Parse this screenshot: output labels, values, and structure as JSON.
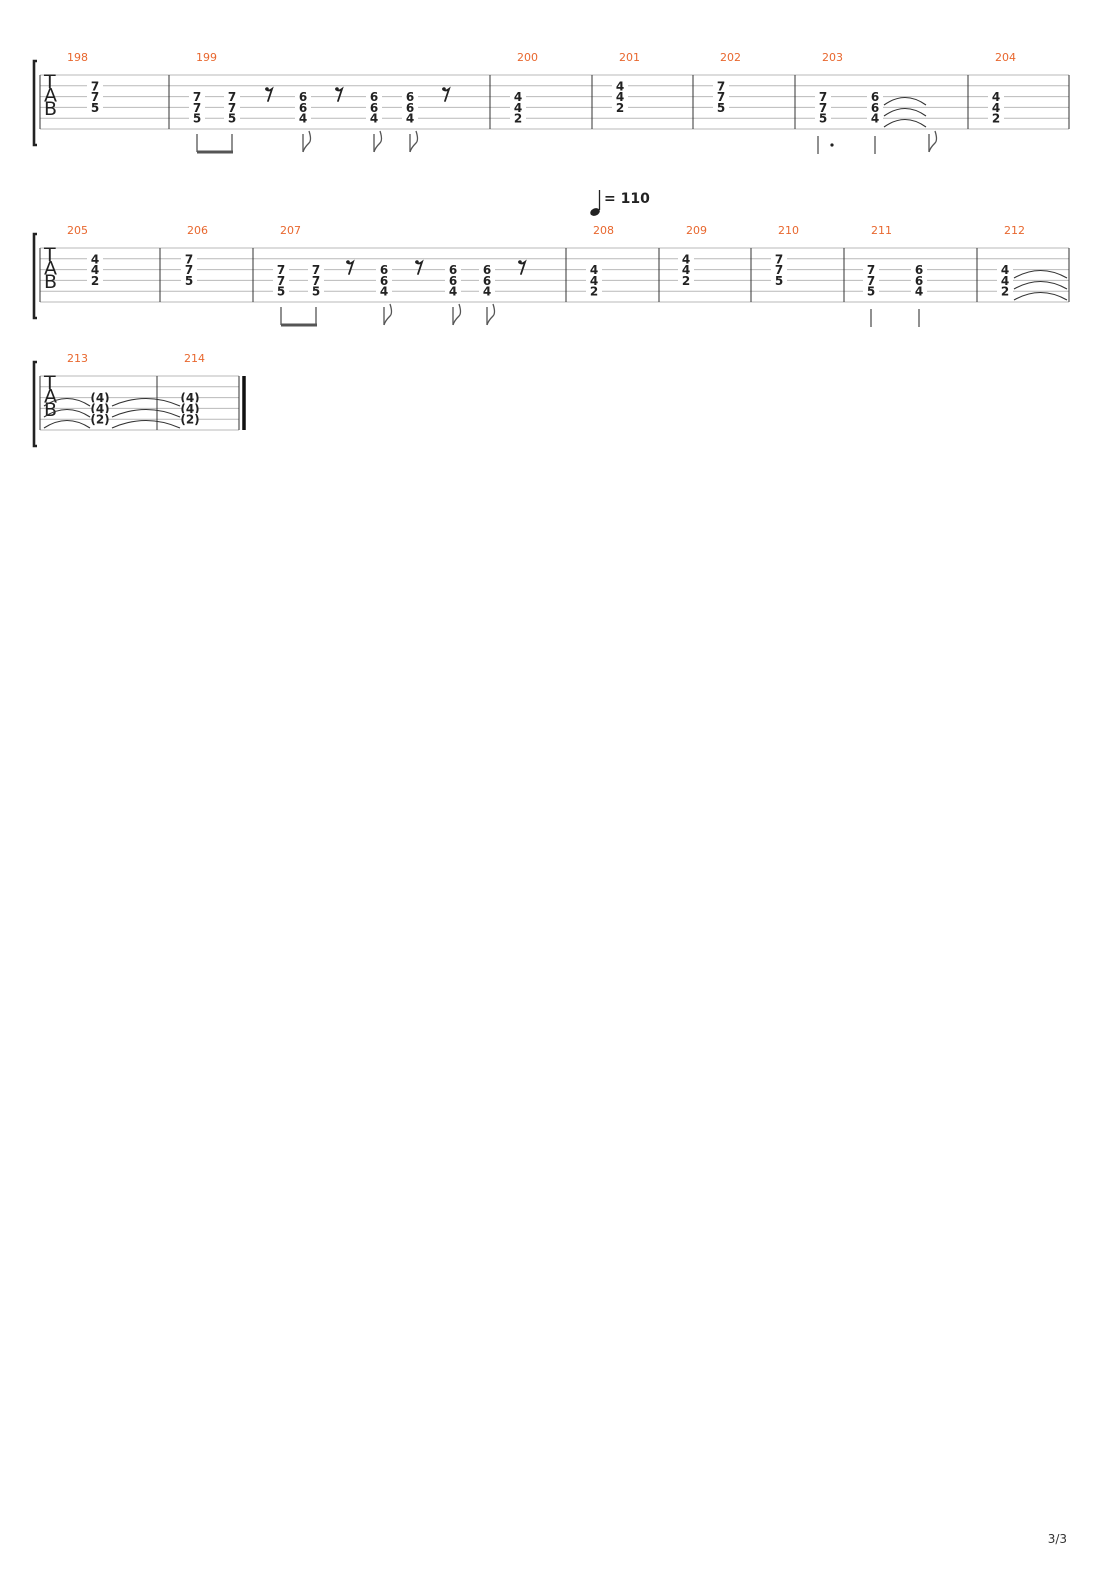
{
  "clef_letters": [
    "T",
    "A",
    "B"
  ],
  "tempo_text": "= 110",
  "page_number": "3/3",
  "systems": [
    {
      "measures": [
        {
          "number": "198",
          "beats": [
            {
              "frets": [
                null,
                "7",
                "7",
                "5",
                null,
                null
              ]
            }
          ]
        },
        {
          "number": "199",
          "beats": [
            {
              "frets": [
                null,
                null,
                "7",
                "7",
                "5",
                null
              ]
            },
            {
              "frets": [
                null,
                null,
                "7",
                "7",
                "5",
                null
              ]
            },
            {
              "rest": true
            },
            {
              "frets": [
                null,
                null,
                "6",
                "6",
                "4",
                null
              ]
            },
            {
              "rest": true
            },
            {
              "frets": [
                null,
                null,
                "6",
                "6",
                "4",
                null
              ]
            },
            {
              "frets": [
                null,
                null,
                "6",
                "6",
                "4",
                null
              ]
            },
            {
              "rest": true
            }
          ]
        },
        {
          "number": "200",
          "beats": [
            {
              "frets": [
                null,
                null,
                "4",
                "4",
                "2",
                null
              ]
            }
          ]
        },
        {
          "number": "201",
          "beats": [
            {
              "frets": [
                null,
                "4",
                "4",
                "2",
                null,
                null
              ]
            }
          ]
        },
        {
          "number": "202",
          "beats": [
            {
              "frets": [
                null,
                "7",
                "7",
                "5",
                null,
                null
              ]
            }
          ]
        },
        {
          "number": "203",
          "beats": [
            {
              "frets": [
                null,
                null,
                "7",
                "7",
                "5",
                null
              ]
            },
            {
              "frets": [
                null,
                null,
                "6",
                "6",
                "4",
                null
              ]
            }
          ]
        },
        {
          "number": "204",
          "beats": [
            {
              "frets": [
                null,
                null,
                "4",
                "4",
                "2",
                null
              ]
            }
          ]
        }
      ]
    },
    {
      "measures": [
        {
          "number": "205",
          "beats": [
            {
              "frets": [
                null,
                "4",
                "4",
                "2",
                null,
                null
              ]
            }
          ]
        },
        {
          "number": "206",
          "beats": [
            {
              "frets": [
                null,
                "7",
                "7",
                "5",
                null,
                null
              ]
            }
          ]
        },
        {
          "number": "207",
          "beats": [
            {
              "frets": [
                null,
                null,
                "7",
                "7",
                "5",
                null
              ]
            },
            {
              "frets": [
                null,
                null,
                "7",
                "7",
                "5",
                null
              ]
            },
            {
              "rest": true
            },
            {
              "frets": [
                null,
                null,
                "6",
                "6",
                "4",
                null
              ]
            },
            {
              "rest": true
            },
            {
              "frets": [
                null,
                null,
                "6",
                "6",
                "4",
                null
              ]
            },
            {
              "frets": [
                null,
                null,
                "6",
                "6",
                "4",
                null
              ]
            },
            {
              "rest": true
            }
          ]
        },
        {
          "number": "208",
          "beats": [
            {
              "frets": [
                null,
                null,
                "4",
                "4",
                "2",
                null
              ]
            }
          ]
        },
        {
          "number": "209",
          "beats": [
            {
              "frets": [
                null,
                "4",
                "4",
                "2",
                null,
                null
              ]
            }
          ]
        },
        {
          "number": "210",
          "beats": [
            {
              "frets": [
                null,
                "7",
                "7",
                "5",
                null,
                null
              ]
            }
          ]
        },
        {
          "number": "211",
          "beats": [
            {
              "frets": [
                null,
                null,
                "7",
                "7",
                "5",
                null
              ]
            },
            {
              "frets": [
                null,
                null,
                "6",
                "6",
                "4",
                null
              ]
            }
          ]
        },
        {
          "number": "212",
          "beats": [
            {
              "frets": [
                null,
                null,
                "4",
                "4",
                "2",
                null
              ]
            }
          ]
        }
      ]
    },
    {
      "measures": [
        {
          "number": "213",
          "beats": [
            {
              "frets": [
                null,
                null,
                "(4)",
                "(4)",
                "(2)",
                null
              ]
            }
          ]
        },
        {
          "number": "214",
          "beats": [
            {
              "frets": [
                null,
                null,
                "(4)",
                "(4)",
                "(2)",
                null
              ]
            }
          ]
        }
      ]
    }
  ]
}
